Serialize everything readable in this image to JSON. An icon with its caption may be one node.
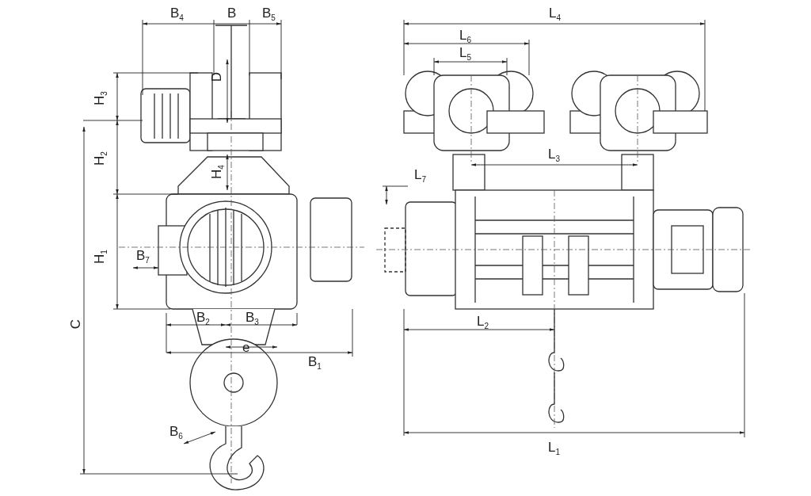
{
  "diagram": {
    "labels": [
      "B$_{4}$",
      "B",
      "B$_{5}$",
      "L$_{4}$",
      "L$_{6}$",
      "L$_{5}$",
      "D",
      "H$_{3}$",
      "H$_{2}$",
      "H$_{4}$",
      "L$_{3}$",
      "L$_{7}$",
      "H$_{1}$",
      "B$_{7}$",
      "C",
      "B$_{2}$",
      "B$_{3}$",
      "e",
      "L$_{2}$",
      "B$_{1}$",
      "B$_{6}$",
      "L$_{1}$"
    ]
  }
}
